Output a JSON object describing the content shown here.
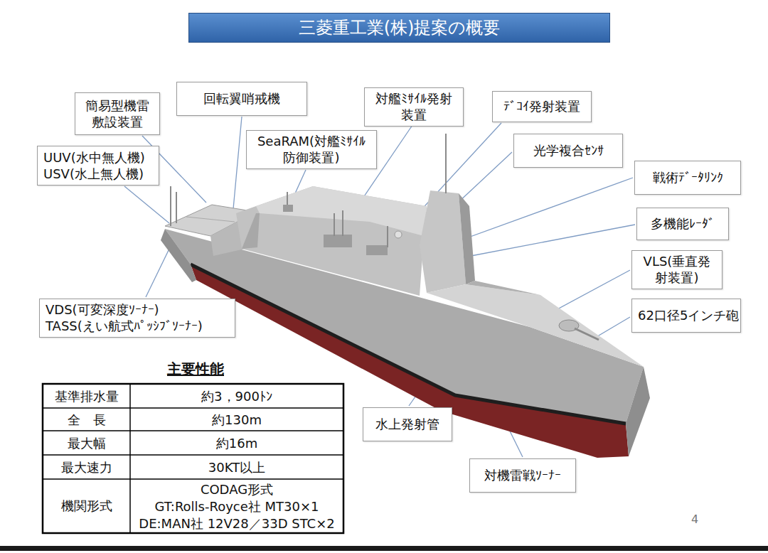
{
  "diagram": {
    "title": "三菱重工業(株)提案の概要",
    "nodes": [
      {
        "text": [
          "簡易型機雷 敷設装置"
        ]
      },
      {
        "text": [
          "回転翼哨戒機"
        ]
      },
      {
        "text": [
          "対艦ﾐｻｲﾙ発射 装置"
        ]
      },
      {
        "text": [
          "ﾃﾞｺｲ発射装置"
        ]
      },
      {
        "text": [
          "SeaRAM(対艦ﾐｻｲﾙ 防御装置)"
        ]
      },
      {
        "text": [
          "光学複合ｾﾝｻ"
        ]
      },
      {
        "text": [
          "UUV(水中無人機)",
          "USV(水上無人機)"
        ]
      },
      {
        "text": [
          "戦術ﾃﾞｰﾀﾘﾝｸ"
        ]
      },
      {
        "text": [
          "多機能ﾚｰﾀﾞ"
        ]
      },
      {
        "text": [
          "VLS(垂直発 射装置)"
        ]
      },
      {
        "text": [
          "VDS(可変深度ｿｰﾅｰ)",
          "TASS(えい航式ﾊﾟｯｼﾌﾞｿｰﾅｰ)"
        ]
      },
      {
        "text": [
          "62口径5インチ砲"
        ]
      },
      {
        "text": [
          "水上発射管"
        ]
      },
      {
        "text": [
          "対機雷戦ｿｰﾅｰ"
        ]
      }
    ],
    "labels": [
      "主要性能",
      "基準排水量",
      "約3，900ﾄﾝ",
      "全　長",
      "約130m",
      "最大幅",
      "約16m",
      "最大速力",
      "30KT以上",
      "機関形式",
      "CODAG形式",
      "GT:Rolls-Royce社 MT30×1",
      "DE:MAN社 12V28／33D STC×2",
      "4"
    ]
  }
}
